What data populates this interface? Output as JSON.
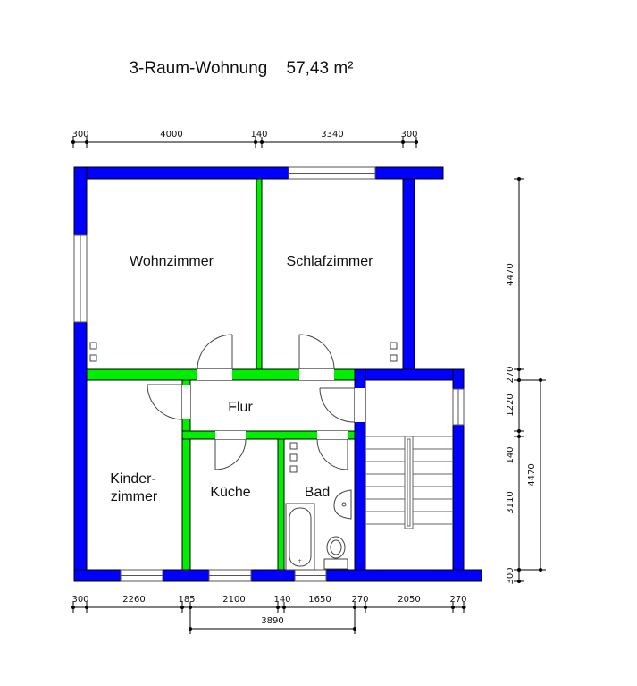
{
  "title": {
    "label": "3-Raum-Wohnung",
    "area": "57,43 m²"
  },
  "rooms": {
    "wohnzimmer": "Wohnzimmer",
    "schlafzimmer": "Schlafzimmer",
    "flur": "Flur",
    "kinderzimmer_1": "Kinder-",
    "kinderzimmer_2": "zimmer",
    "kueche": "Küche",
    "bad": "Bad"
  },
  "dimensions": {
    "top": [
      "300",
      "4000",
      "140",
      "3340",
      "300"
    ],
    "bottom": [
      "300",
      "2260",
      "185",
      "2100",
      "140",
      "1650",
      "270",
      "2050",
      "270"
    ],
    "bottom_total": "3890",
    "right_inner": [
      "4470",
      "270",
      "1220",
      "140",
      "3110",
      "300"
    ],
    "right_outer": "4470"
  },
  "colors": {
    "outer_wall": "#0000ff",
    "inner_wall": "#00ee00",
    "dim_line": "#000000"
  }
}
